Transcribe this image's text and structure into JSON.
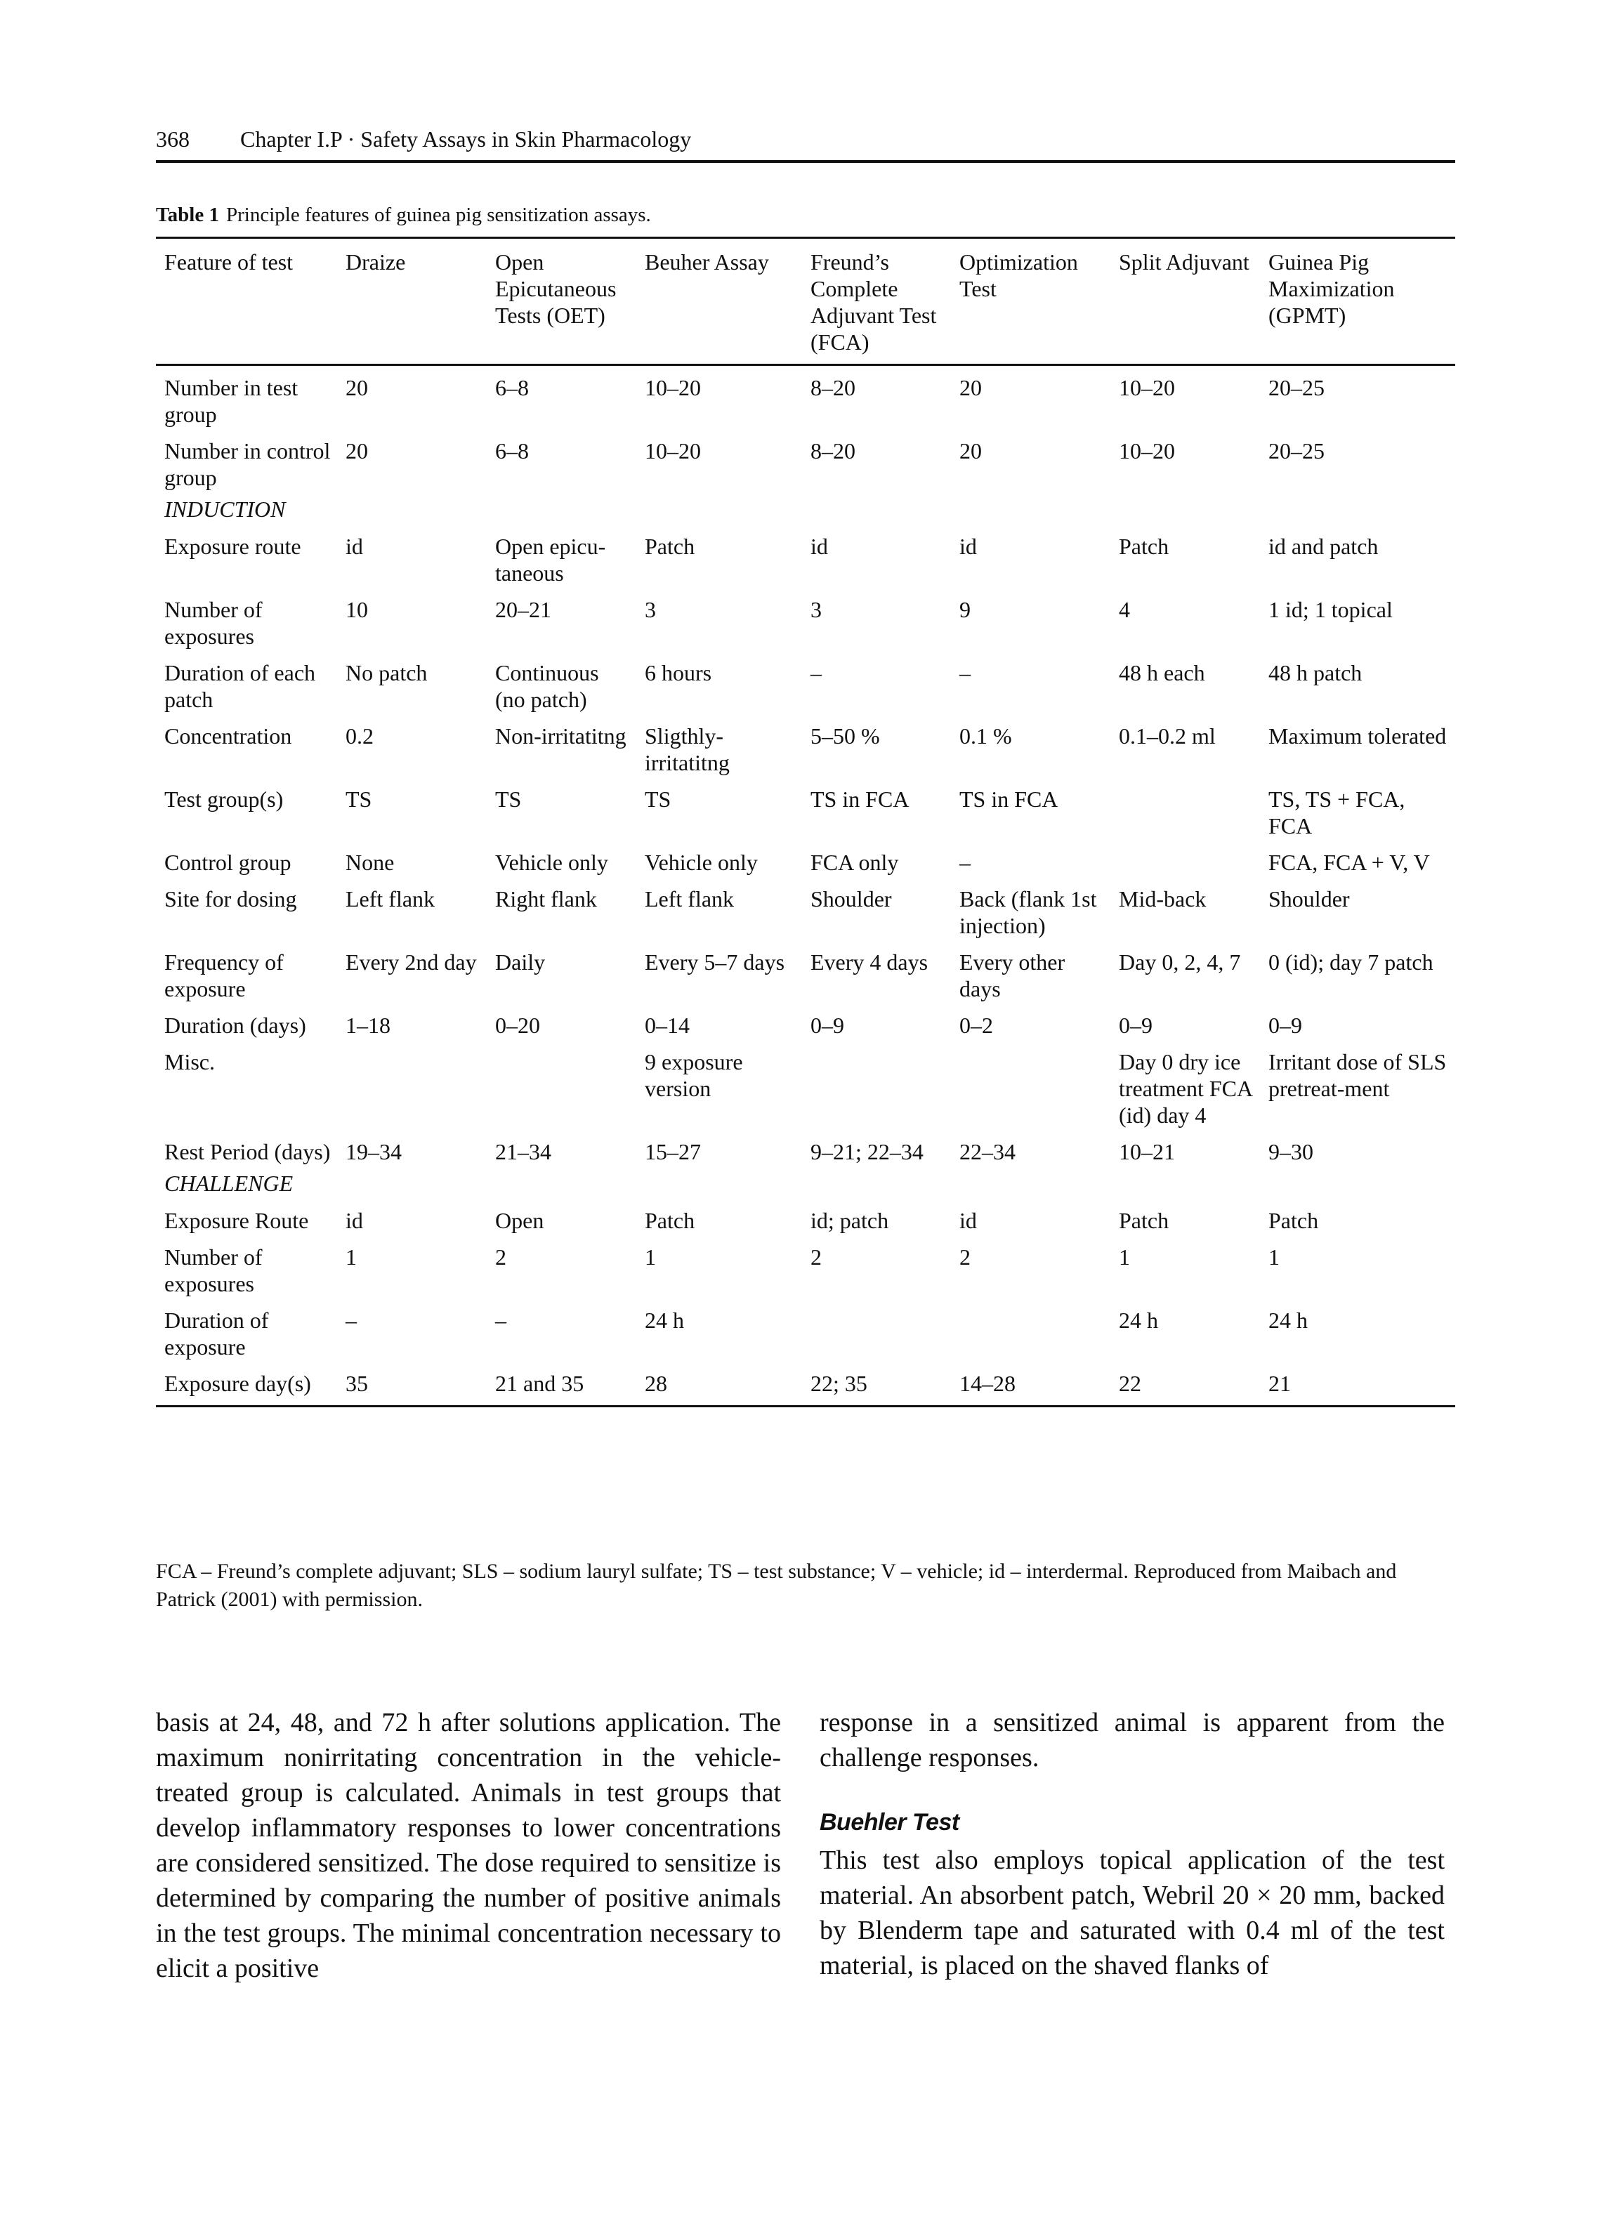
{
  "header": {
    "page_number": "368",
    "running_title": "Chapter I.P · Safety Assays in Skin Pharmacology"
  },
  "caption": {
    "label": "Table 1",
    "text": "Principle features of guinea pig sensitization assays."
  },
  "table": {
    "headers": [
      "Feature of test",
      "Draize",
      "Open Epicutaneous Tests (OET)",
      "Beuher Assay",
      "Freund’s Complete Adjuvant Test (FCA)",
      "Optimization Test",
      "Split Adjuvant",
      "Guinea Pig Maximization (GPMT)"
    ],
    "rows": [
      {
        "cells": [
          "Number in test group",
          "20",
          "6–8",
          "10–20",
          "8–20",
          "20",
          "10–20",
          "20–25"
        ]
      },
      {
        "cells": [
          "Number in control group",
          "20",
          "6–8",
          "10–20",
          "8–20",
          "20",
          "10–20",
          "20–25"
        ]
      },
      {
        "section": "INDUCTION"
      },
      {
        "cells": [
          "Exposure route",
          "id",
          "Open epicu-taneous",
          "Patch",
          "id",
          "id",
          "Patch",
          "id and patch"
        ]
      },
      {
        "cells": [
          "Number of exposures",
          "10",
          "20–21",
          "3",
          "3",
          "9",
          "4",
          "1 id; 1 topical"
        ]
      },
      {
        "cells": [
          "Duration of each patch",
          "No patch",
          "Continuous (no patch)",
          "6 hours",
          "–",
          "–",
          "48 h each",
          "48 h patch"
        ]
      },
      {
        "cells": [
          "Concentration",
          "0.2",
          "Non-irritatitng",
          "Sligthly-irritatitng",
          "5–50 %",
          "0.1 %",
          "0.1–0.2 ml",
          "Maximum tolerated"
        ]
      },
      {
        "cells": [
          "Test group(s)",
          "TS",
          "TS",
          "TS",
          "TS in FCA",
          "TS in FCA",
          "",
          "TS, TS + FCA, FCA"
        ]
      },
      {
        "cells": [
          "Control group",
          "None",
          "Vehicle only",
          "Vehicle only",
          "FCA only",
          "–",
          "",
          "FCA, FCA + V, V"
        ]
      },
      {
        "cells": [
          "Site for dosing",
          "Left flank",
          "Right flank",
          "Left flank",
          "Shoulder",
          "Back (flank 1st injection)",
          "Mid-back",
          "Shoulder"
        ]
      },
      {
        "cells": [
          "Frequency of exposure",
          "Every 2nd day",
          "Daily",
          "Every 5–7 days",
          "Every 4 days",
          "Every other days",
          "Day 0, 2, 4, 7",
          "0 (id); day 7 patch"
        ]
      },
      {
        "cells": [
          "Duration (days)",
          "1–18",
          "0–20",
          "0–14",
          "0–9",
          "0–2",
          "0–9",
          "0–9"
        ]
      },
      {
        "cells": [
          "Misc.",
          "",
          "",
          "9 exposure version",
          "",
          "",
          "Day 0 dry ice treatment FCA (id) day 4",
          "Irritant dose of SLS pretreat-ment"
        ]
      },
      {
        "cells": [
          "Rest Period (days)",
          "19–34",
          "21–34",
          "15–27",
          "9–21; 22–34",
          "22–34",
          "10–21",
          "9–30"
        ]
      },
      {
        "section": "CHALLENGE"
      },
      {
        "cells": [
          "Exposure Route",
          "id",
          "Open",
          "Patch",
          "id; patch",
          "id",
          "Patch",
          "Patch"
        ]
      },
      {
        "cells": [
          "Number of exposures",
          "1",
          "2",
          "1",
          "2",
          "2",
          "1",
          "1"
        ]
      },
      {
        "cells": [
          "Duration of exposure",
          "–",
          "–",
          "24 h",
          "",
          "",
          "24 h",
          "24 h"
        ]
      },
      {
        "cells": [
          "Exposure day(s)",
          "35",
          "21 and 35",
          "28",
          "22; 35",
          "14–28",
          "22",
          "21"
        ]
      }
    ]
  },
  "footnote": "FCA – Freund’s complete adjuvant; SLS – sodium lauryl sulfate; TS – test substance; V – vehicle; id – interdermal. Reproduced from Maibach and Patrick (2001) with permission.",
  "body": {
    "left_paragraph": "basis at 24, 48, and 72 h after solutions application. The maximum nonirritating concentration in the vehicle-treated group is calculated. Animals in test groups that develop inflammatory responses to lower concentrations are considered sensitized. The dose required to sensitize is determined by comparing the number of positive animals in the test groups. The minimal concentration necessary to elicit a positive",
    "right_paragraph_1": "response in a sensitized animal is apparent from the challenge responses.",
    "subheading": "Buehler Test",
    "right_paragraph_2": "This test also employs topical application of the test material. An absorbent patch, Webril 20 × 20 mm, backed by Blenderm tape and saturated with 0.4 ml of the test material, is placed on the shaved flanks of"
  }
}
